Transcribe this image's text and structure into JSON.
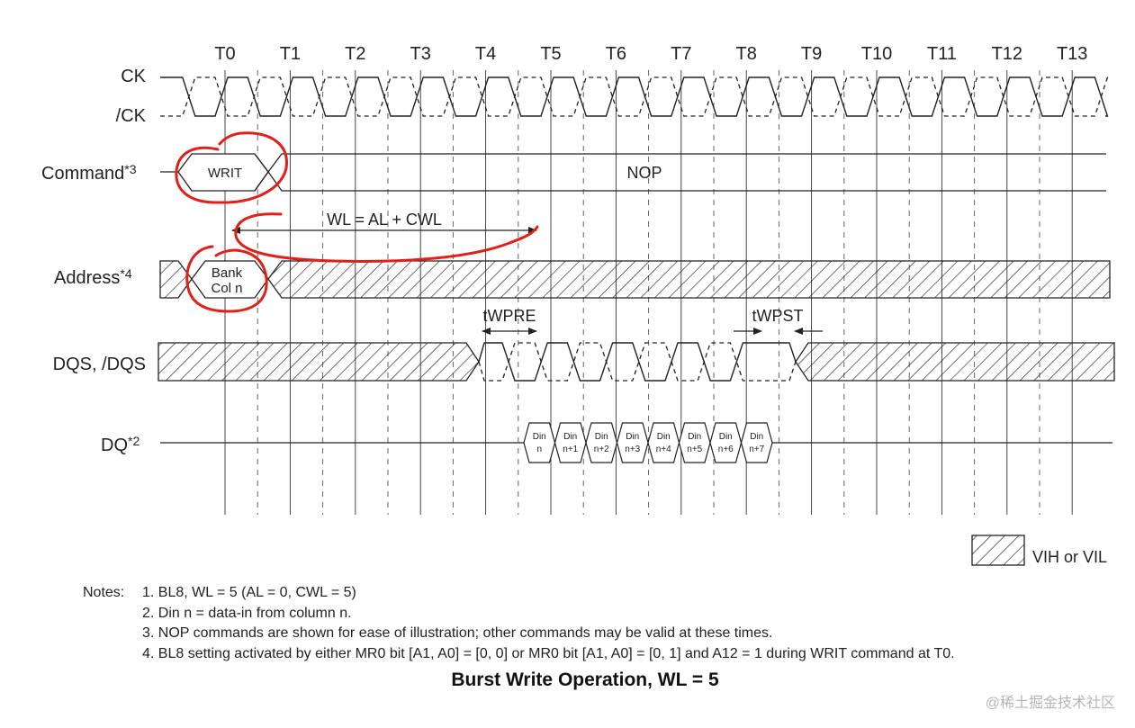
{
  "clock_labels": [
    "T0",
    "T1",
    "T2",
    "T3",
    "T4",
    "T5",
    "T6",
    "T7",
    "T8",
    "T9",
    "T10",
    "T11",
    "T12",
    "T13"
  ],
  "signals": {
    "ck": "CK",
    "ck_n": "/CK",
    "command": "Command",
    "command_sup": "*3",
    "address": "Address",
    "address_sup": "*4",
    "dqs": "DQS, /DQS",
    "dq": "DQ",
    "dq_sup": "*2"
  },
  "command": {
    "write": "WRIT",
    "nop": "NOP"
  },
  "address": {
    "bank": "Bank",
    "col": "Col n"
  },
  "timing": {
    "wl": "WL = AL + CWL",
    "twpre": "tWPRE",
    "twpst": "tWPST"
  },
  "dq_data": [
    {
      "top": "Din",
      "bottom": "n"
    },
    {
      "top": "Din",
      "bottom": "n+1"
    },
    {
      "top": "Din",
      "bottom": "n+2"
    },
    {
      "top": "Din",
      "bottom": "n+3"
    },
    {
      "top": "Din",
      "bottom": "n+4"
    },
    {
      "top": "Din",
      "bottom": "n+5"
    },
    {
      "top": "Din",
      "bottom": "n+6"
    },
    {
      "top": "Din",
      "bottom": "n+7"
    }
  ],
  "legend": "VIH or VIL",
  "notes": {
    "heading": "Notes:",
    "items": [
      "1. BL8, WL = 5 (AL = 0, CWL = 5)",
      "2. Din n = data-in from column n.",
      "3. NOP commands are shown for ease of illustration; other commands may be valid at these times.",
      "4. BL8 setting activated by either MR0 bit [A1, A0] = [0, 0] or MR0 bit [A1, A0] = [0, 1] and A12 = 1 during WRIT command at T0."
    ]
  },
  "caption": "Burst Write Operation, WL = 5",
  "watermark": "@稀土掘金技术社区",
  "colors": {
    "ink": "#222222",
    "annotation": "#e0201a",
    "background": "#ffffff"
  }
}
